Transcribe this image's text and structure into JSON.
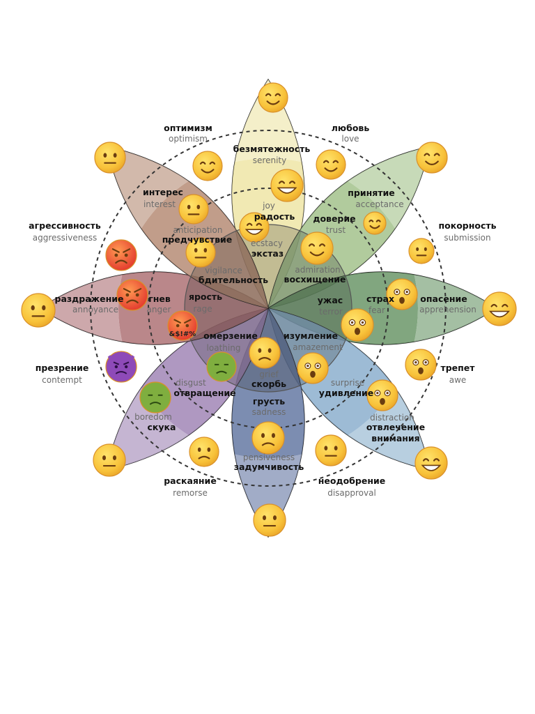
{
  "wheel": {
    "outer_ring": [
      {
        "ru": "оптимизм",
        "en": "optimism"
      },
      {
        "ru": "любовь",
        "en": "love"
      },
      {
        "ru": "покорность",
        "en": "submission"
      },
      {
        "ru": "трепет",
        "en": "awe"
      },
      {
        "ru": "неодобрение",
        "en": "disapproval"
      },
      {
        "ru": "раскаяние",
        "en": "remorse"
      },
      {
        "ru": "презрение",
        "en": "contempt"
      },
      {
        "ru": "агрессивность",
        "en": "aggressiveness"
      }
    ],
    "petals": [
      {
        "name": "joy",
        "color": "#efe6a9",
        "outer": {
          "ru": "безмятежность",
          "en": "serenity"
        },
        "middle": {
          "ru": "радость",
          "en": "joy"
        },
        "inner": {
          "ru": "экстаз",
          "en": "ecstacy"
        }
      },
      {
        "name": "trust",
        "color": "#a6c48f",
        "outer": {
          "ru": "принятие",
          "en": "acceptance"
        },
        "middle": {
          "ru": "доверие",
          "en": "trust"
        },
        "inner": {
          "ru": "восхищение",
          "en": "admiration"
        }
      },
      {
        "name": "fear",
        "color": "#6f9a6d",
        "outer": {
          "ru": "опасение",
          "en": "apprehension"
        },
        "middle": {
          "ru": "страх",
          "en": "fear"
        },
        "inner": {
          "ru": "ужас",
          "en": "terror"
        }
      },
      {
        "name": "surprise",
        "color": "#8fb2cf",
        "outer": {
          "ru": "отвлечение внимания",
          "en": "distraction"
        },
        "middle": {
          "ru": "удивление",
          "en": "surprise"
        },
        "inner": {
          "ru": "изумление",
          "en": "amazement"
        }
      },
      {
        "name": "sadness",
        "color": "#6a7da6",
        "outer": {
          "ru": "задумчивость",
          "en": "pensiveness"
        },
        "middle": {
          "ru": "грусть",
          "en": "sadness"
        },
        "inner": {
          "ru": "скорбь",
          "en": "grief"
        }
      },
      {
        "name": "disgust",
        "color": "#a48ab8",
        "outer": {
          "ru": "скука",
          "en": "boredom"
        },
        "middle": {
          "ru": "отвращение",
          "en": "disgust"
        },
        "inner": {
          "ru": "омерзение",
          "en": "loathing"
        }
      },
      {
        "name": "anger",
        "color": "#b0767a",
        "outer": {
          "ru": "раздражение",
          "en": "annoyance"
        },
        "middle": {
          "ru": "гнев",
          "en": "anger"
        },
        "inner": {
          "ru": "ярость",
          "en": "rage"
        }
      },
      {
        "name": "anticipation",
        "color": "#b8907a",
        "outer": {
          "ru": "интерес",
          "en": "interest"
        },
        "middle": {
          "ru": "предчувствие",
          "en": "anticipation"
        },
        "inner": {
          "ru": "бдительность",
          "en": "vigilance"
        }
      }
    ],
    "swear_text": "&$!#%"
  },
  "colors": {
    "joy": "#efe6a9",
    "trust": "#a6c48f",
    "fear": "#6f9a6d",
    "surprise": "#8fb2cf",
    "sadness": "#6a7da6",
    "disgust": "#a48ab8",
    "anger": "#b0767a",
    "anticipation": "#b8907a",
    "emoji_yellow": "#f8c23a"
  }
}
